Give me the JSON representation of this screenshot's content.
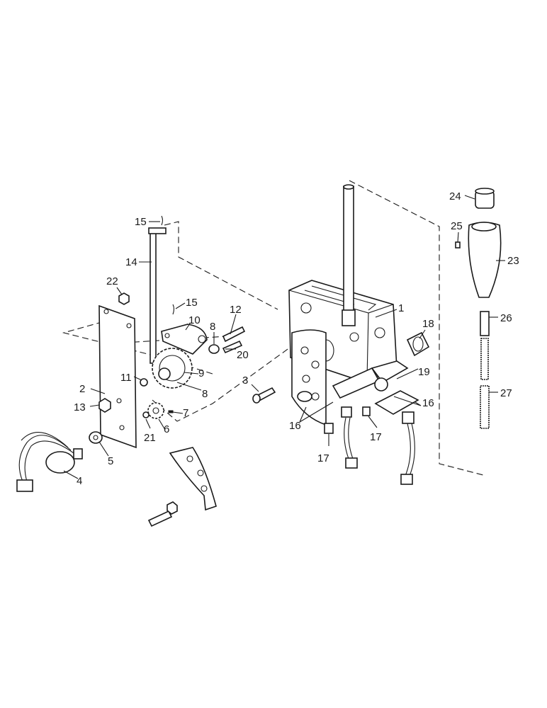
{
  "diagram": {
    "callouts": [
      {
        "id": "c1",
        "label": "1"
      },
      {
        "id": "c2",
        "label": "2"
      },
      {
        "id": "c3",
        "label": "3"
      },
      {
        "id": "c4",
        "label": "4"
      },
      {
        "id": "c5",
        "label": "5"
      },
      {
        "id": "c6",
        "label": "6"
      },
      {
        "id": "c7",
        "label": "7"
      },
      {
        "id": "c8a",
        "label": "8"
      },
      {
        "id": "c8b",
        "label": "8"
      },
      {
        "id": "c9",
        "label": "9"
      },
      {
        "id": "c10",
        "label": "10"
      },
      {
        "id": "c11",
        "label": "11"
      },
      {
        "id": "c12",
        "label": "12"
      },
      {
        "id": "c13",
        "label": "13"
      },
      {
        "id": "c14",
        "label": "14"
      },
      {
        "id": "c15a",
        "label": "15"
      },
      {
        "id": "c15b",
        "label": "15"
      },
      {
        "id": "c16a",
        "label": "16"
      },
      {
        "id": "c16b",
        "label": "16"
      },
      {
        "id": "c17a",
        "label": "17"
      },
      {
        "id": "c17b",
        "label": "17"
      },
      {
        "id": "c18",
        "label": "18"
      },
      {
        "id": "c19",
        "label": "19"
      },
      {
        "id": "c20",
        "label": "20"
      },
      {
        "id": "c21",
        "label": "21"
      },
      {
        "id": "c22",
        "label": "22"
      },
      {
        "id": "c23",
        "label": "23"
      },
      {
        "id": "c24",
        "label": "24"
      },
      {
        "id": "c25",
        "label": "25"
      },
      {
        "id": "c26",
        "label": "26"
      },
      {
        "id": "c27",
        "label": "27"
      }
    ]
  }
}
